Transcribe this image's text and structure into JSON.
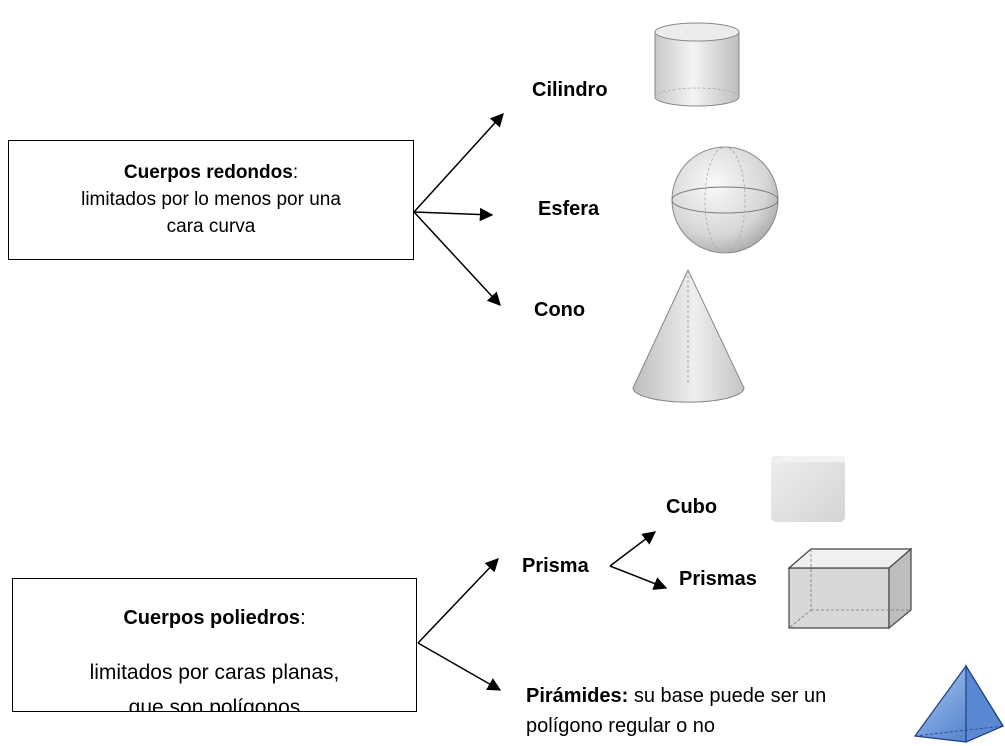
{
  "redondos": {
    "title": "Cuerpos redondos",
    "colon": ":",
    "line1": "limitados por lo menos por una",
    "line2": "cara curva",
    "items": [
      "Cilindro",
      "Esfera",
      "Cono"
    ]
  },
  "poliedros": {
    "title": "Cuerpos poliedros",
    "colon": ":",
    "line1": "limitados por caras planas,",
    "line2": "que son polígonos"
  },
  "prisma": {
    "label": "Prisma",
    "children": [
      "Cubo",
      "Prismas"
    ]
  },
  "piramides": {
    "label": "Pirámides:",
    "desc": " su base puede ser un polígono regular o no"
  }
}
